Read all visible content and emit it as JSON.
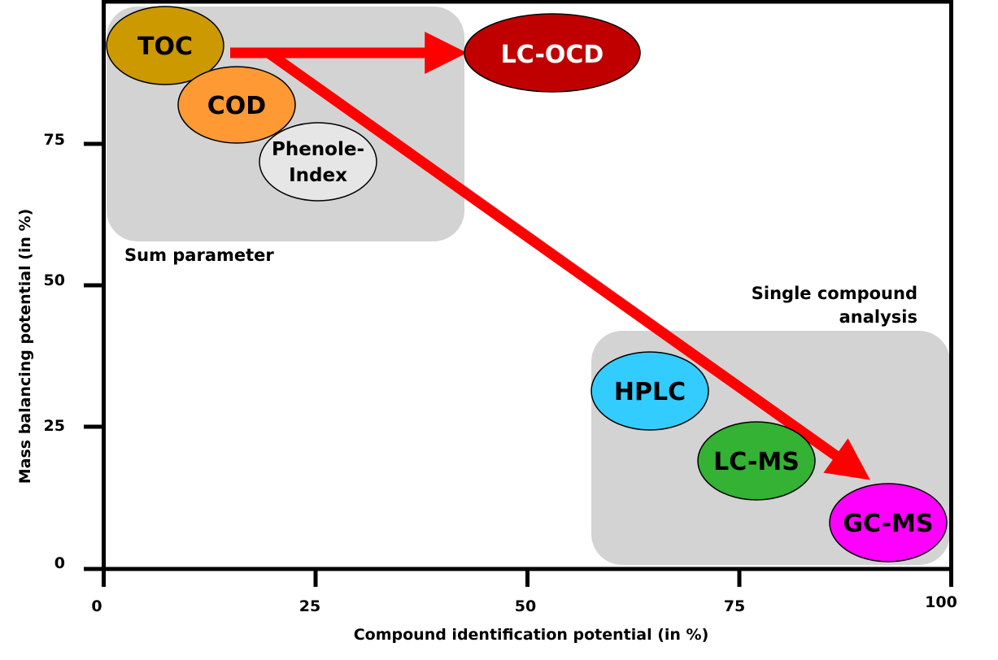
{
  "x_axis": {
    "title": "Compound identification potential (in %)",
    "ticks": [
      "0",
      "25",
      "50",
      "75",
      "100"
    ]
  },
  "y_axis": {
    "title": "Mass balancing potential (in %)",
    "ticks": [
      "0",
      "25",
      "50",
      "75"
    ]
  },
  "groups": {
    "sum": {
      "label": "Sum parameter",
      "color": "#d3d3d3"
    },
    "single": {
      "label_line1": "Single compound",
      "label_line2": "analysis",
      "color": "#d3d3d3"
    }
  },
  "nodes": {
    "toc": {
      "label": "TOC",
      "color": "#cc9900"
    },
    "cod": {
      "label": "COD",
      "color": "#ff9933"
    },
    "phenole": {
      "line1": "Phenole-",
      "line2": "Index",
      "color": "#e6e6e6"
    },
    "lcocd": {
      "label": "LC-OCD",
      "color": "#c00000",
      "text_color": "#ffffff"
    },
    "hplc": {
      "label": "HPLC",
      "color": "#33ccff"
    },
    "lcms": {
      "label": "LC-MS",
      "color": "#33b233"
    },
    "gcms": {
      "label": "GC-MS",
      "color": "#ff00ff"
    }
  },
  "arrows": {
    "color": "#ff0000"
  }
}
